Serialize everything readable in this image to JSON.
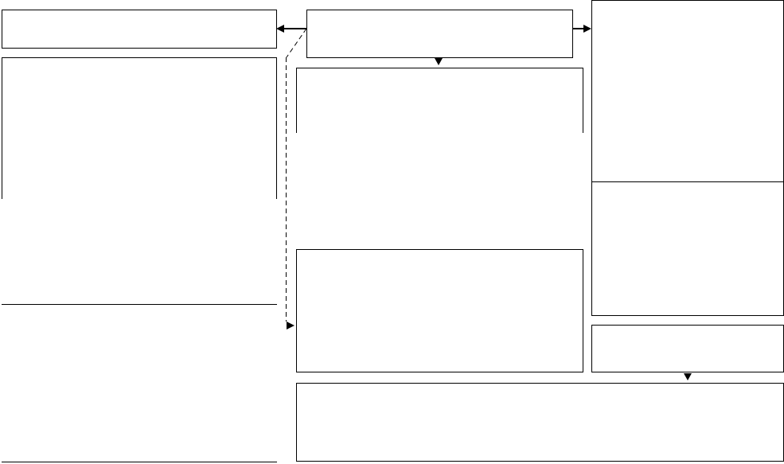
{
  "diagram": {
    "colors": {
      "background": "#ffffff",
      "line": "#000000"
    },
    "boxes": [
      {
        "id": "left-top-box",
        "text": ""
      },
      {
        "id": "left-panel",
        "text": ""
      },
      {
        "id": "center-top-box",
        "text": ""
      },
      {
        "id": "center-upper-panel",
        "text": ""
      },
      {
        "id": "center-lower-box",
        "text": ""
      },
      {
        "id": "right-tall-box",
        "text": ""
      },
      {
        "id": "right-middle-box",
        "text": ""
      },
      {
        "id": "right-small-box",
        "text": ""
      },
      {
        "id": "bottom-wide-box",
        "text": ""
      }
    ]
  }
}
